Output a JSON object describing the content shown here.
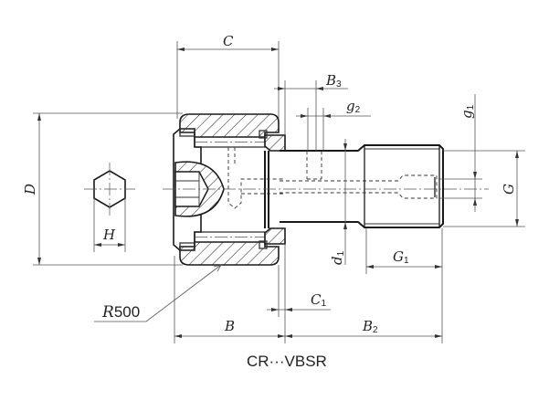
{
  "caption": "CR···VBSR",
  "radius_note": {
    "prefix": "R",
    "value": "500"
  },
  "dimensions": {
    "C": {
      "main": "C",
      "sub": ""
    },
    "B3": {
      "main": "B",
      "sub": "3"
    },
    "g2": {
      "main": "g",
      "sub": "2"
    },
    "g1": {
      "main": "g",
      "sub": "1"
    },
    "D": {
      "main": "D",
      "sub": ""
    },
    "H": {
      "main": "H",
      "sub": ""
    },
    "G": {
      "main": "G",
      "sub": ""
    },
    "d1": {
      "main": "d",
      "sub": "1"
    },
    "G1": {
      "main": "G",
      "sub": "1"
    },
    "C1": {
      "main": "C",
      "sub": "1"
    },
    "B": {
      "main": "B",
      "sub": ""
    },
    "B2": {
      "main": "B",
      "sub": "2"
    }
  },
  "colors": {
    "line": "#1a1a1a",
    "background": "#ffffff"
  }
}
